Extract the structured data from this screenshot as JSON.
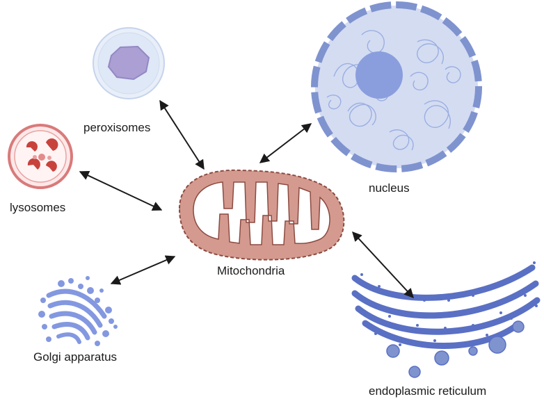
{
  "labels": {
    "peroxisomes": "peroxisomes",
    "lysosomes": "lysosomes",
    "nucleus": "nucleus",
    "mitochondria": "Mitochondria",
    "golgi": "Golgi apparatus",
    "er": "endoplasmic reticulum"
  },
  "colors": {
    "mito_fill": "#d49a8f",
    "mito_inner": "#ffffff",
    "mito_stroke": "#8b4a40",
    "nucleus_fill": "#d4dcf2",
    "nucleus_env": "#7f93cf",
    "nucleolus": "#8a9ede",
    "peroxisome_outer": "#e6edf8",
    "peroxisome_core": "#a99fd2",
    "lysosome_ring": "#d97a7a",
    "lysosome_fill": "#fbe6e6",
    "lysosome_granule": "#c8423c",
    "golgi": "#8398e0",
    "er": "#5a70c4",
    "arrow": "#1a1a1a"
  }
}
